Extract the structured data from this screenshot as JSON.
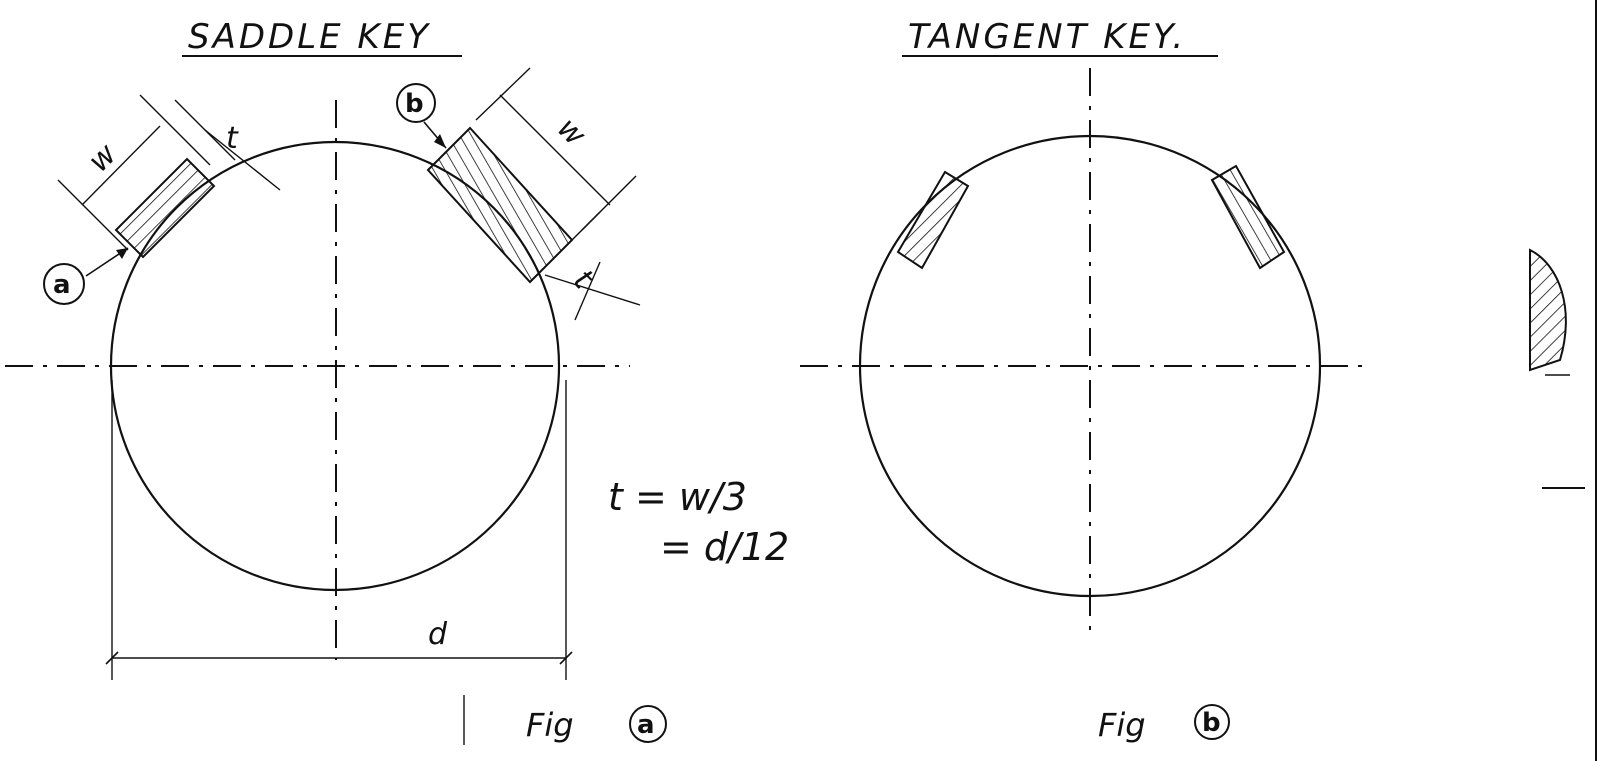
{
  "figure_a": {
    "title": "SADDLE KEY",
    "label_w": "w",
    "label_t": "t",
    "label_w2": "w",
    "label_t2": "t",
    "label_d": "d",
    "callout_a": "a",
    "callout_b": "b",
    "eq_line1": "t = w/3",
    "eq_line2": "= d/12",
    "caption_text": "Fig",
    "caption_letter": "a"
  },
  "figure_b": {
    "title": "TANGENT KEY.",
    "caption_text": "Fig",
    "caption_letter": "b"
  },
  "colors": {
    "ink": "#111111",
    "paper": "#ffffff"
  }
}
